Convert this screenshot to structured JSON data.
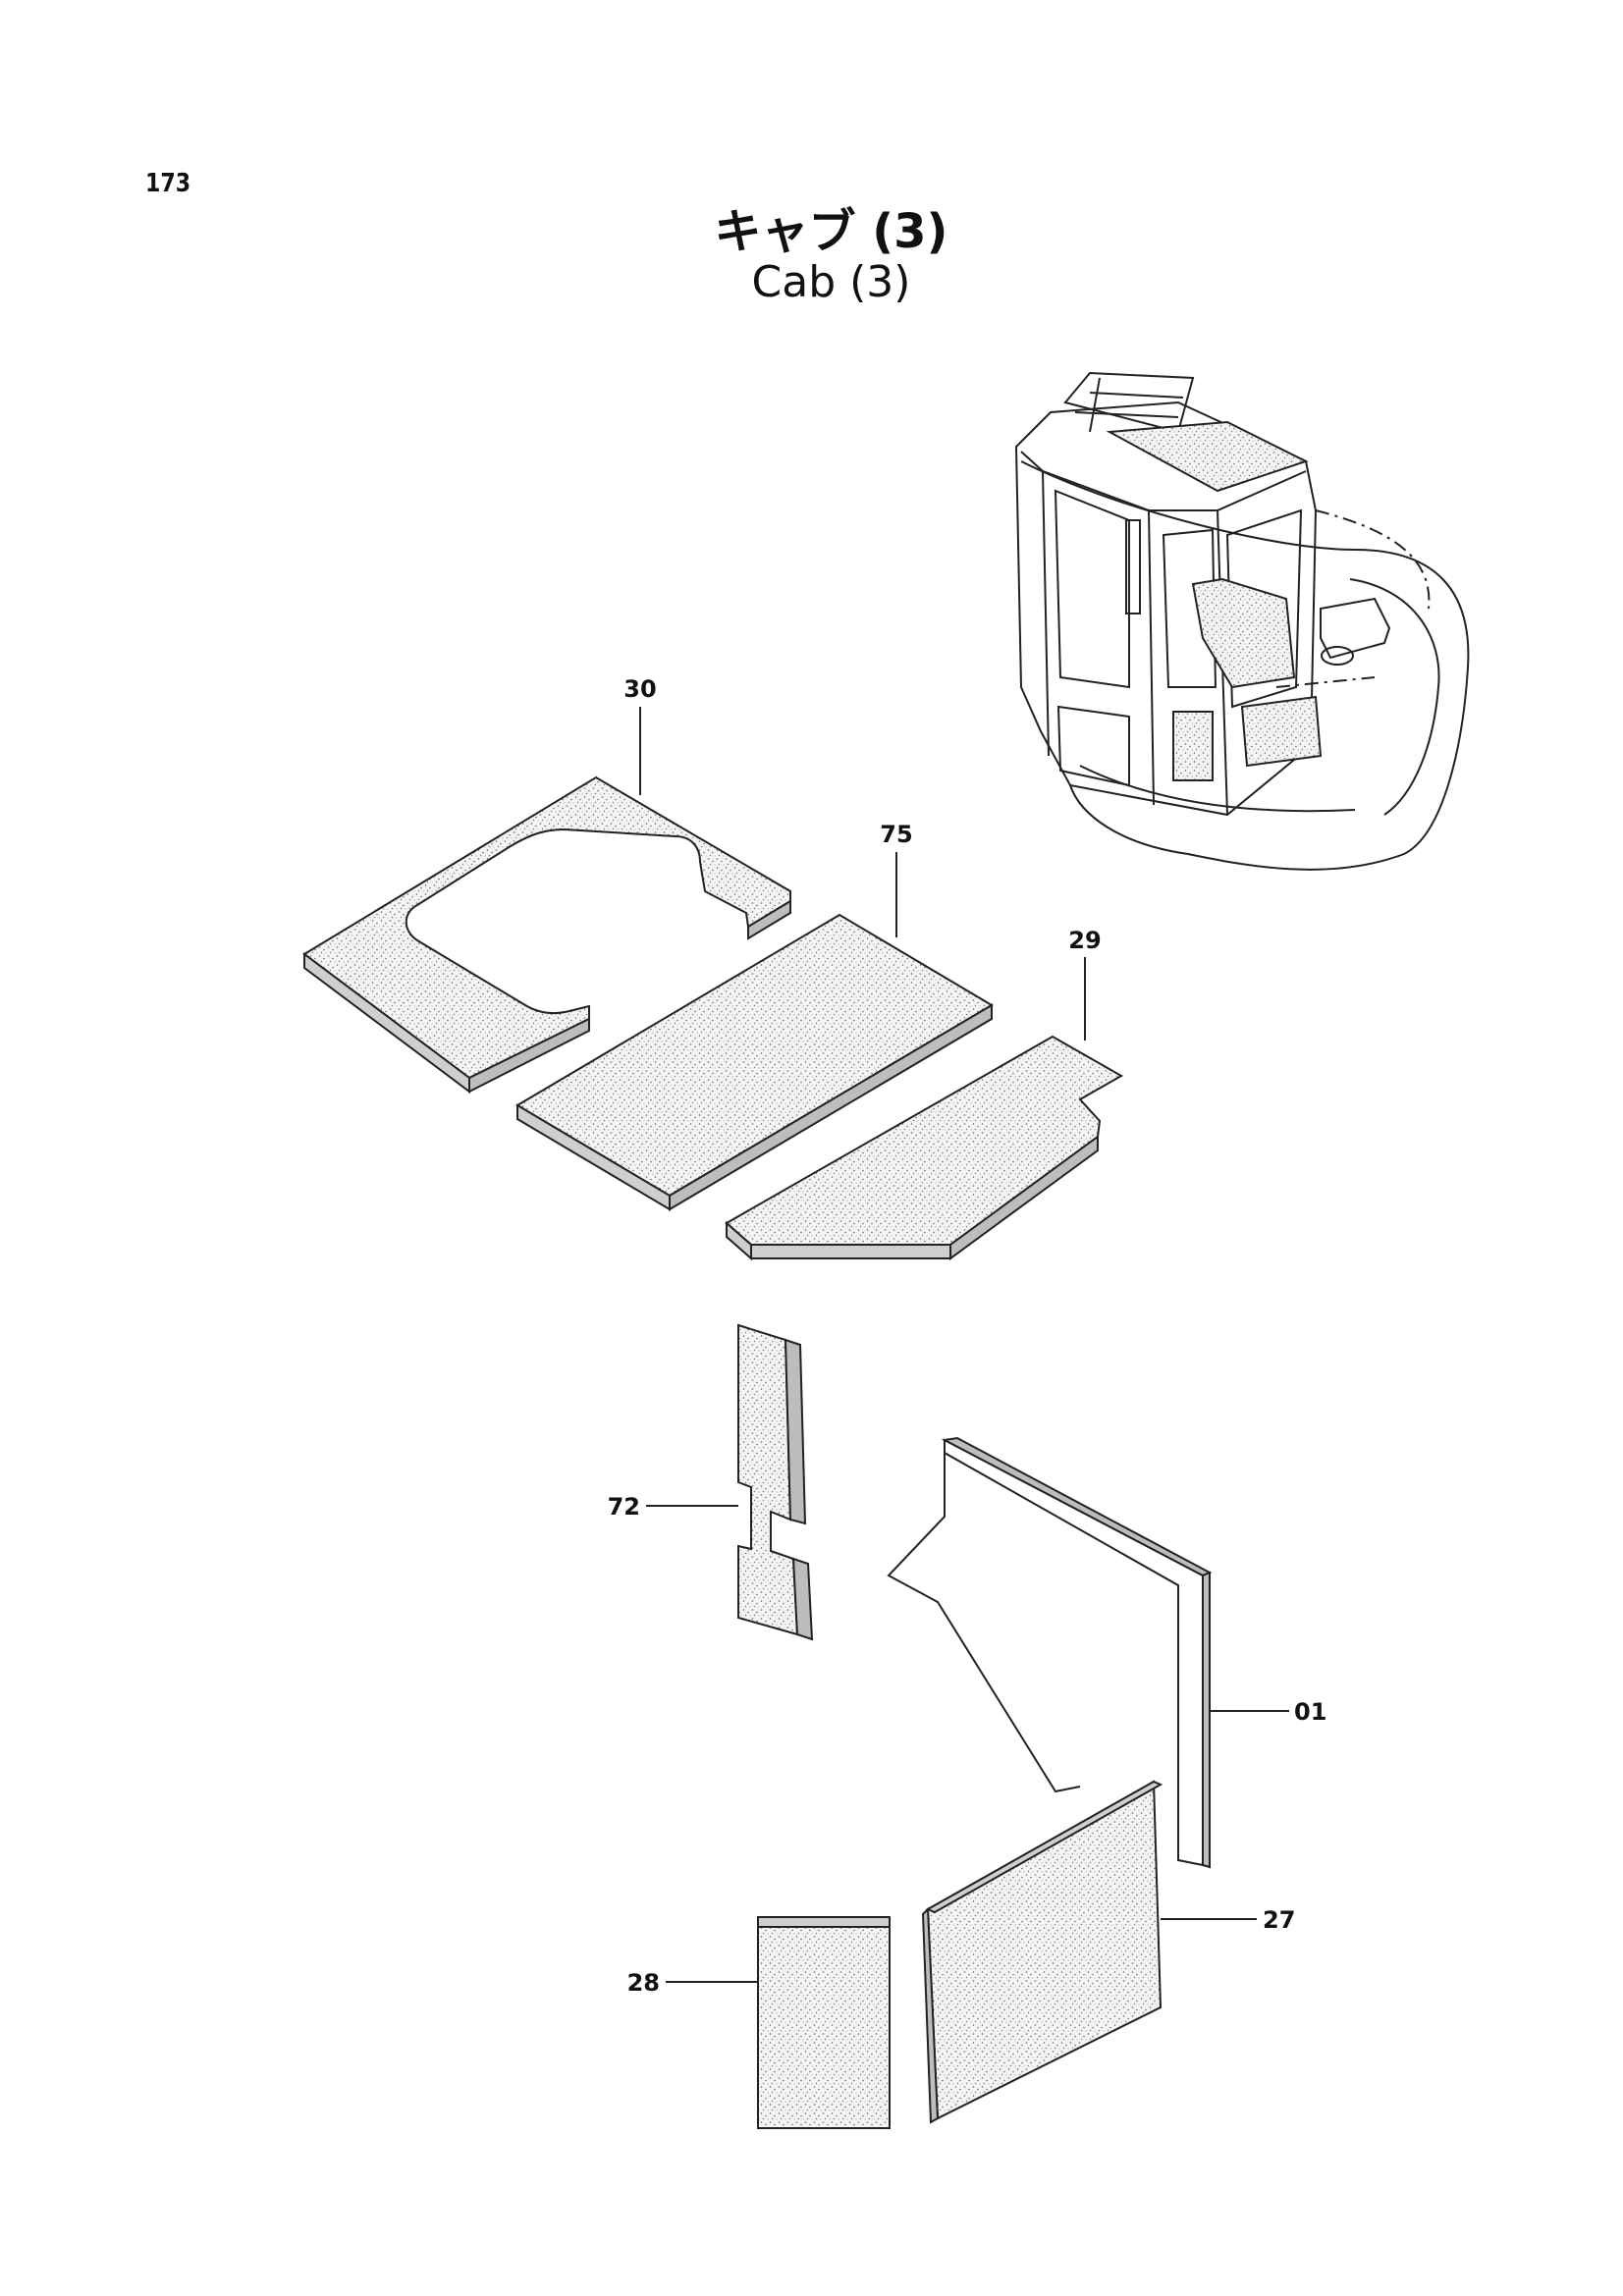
{
  "page_number": "173",
  "title_jp": "キャブ (3)",
  "title_en": "Cab (3)",
  "callouts": {
    "p30": "30",
    "p75": "75",
    "p29": "29",
    "p72": "72",
    "p01": "01",
    "p27": "27",
    "p28": "28"
  }
}
